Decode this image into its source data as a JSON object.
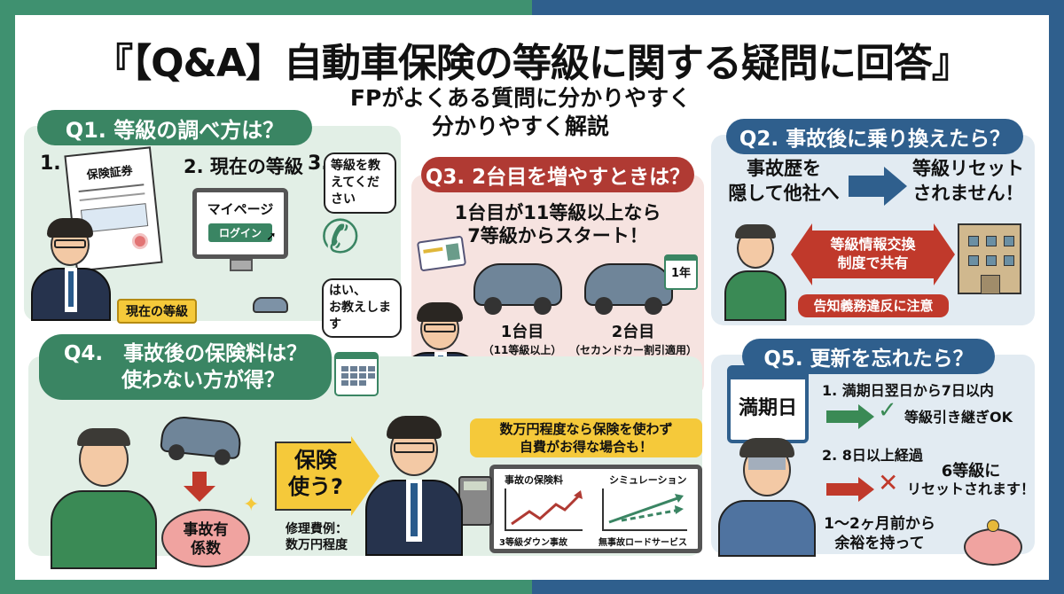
{
  "header": {
    "title": "『【Q&A】自動車保険の等級に関する疑問に回答』",
    "subtitle_line1": "FPがよくある質問に分かりやすく",
    "subtitle_line2": "分かりやすく解説"
  },
  "q1": {
    "label": "Q1. 等級の調べ方は？",
    "step1_num": "1.",
    "step1_doc_title": "保険証券",
    "step1_tag": "現在の等級",
    "step2_title": "2. 現在の等級",
    "step2_screen_title": "マイページ",
    "step2_button": "ログイン",
    "step3_num": "3.",
    "step3_bubble_question": "等級を教えてください",
    "step3_bubble_answer_1": "はい、",
    "step3_bubble_answer_2": "お教えします"
  },
  "q2": {
    "label": "Q2. 事故後に乗り換えたら？",
    "left_line1": "事故歴を",
    "left_line2": "隠して他社へ",
    "right_line1": "等級リセット",
    "right_line2": "されません！",
    "arrow_line1": "等級情報交換",
    "arrow_line2": "制度で共有",
    "warning": "告知義務違反に注意"
  },
  "q3": {
    "label": "Q3. 2台目を増やすときは？",
    "headline1": "1台目が11等級以上なら",
    "headline2": "7等級からスタート！",
    "car1_label": "1台目",
    "car1_sub": "（11等級以上）",
    "car2_label": "2台目",
    "car2_sub": "（セカンドカー割引適用）",
    "calendar_label": "1年"
  },
  "q4": {
    "label_line1": "Q4.　事故後の保険料は？",
    "label_line2": "使わない方が得？",
    "piggy_line1": "事故有",
    "piggy_line2": "係数",
    "arrow_line1": "保険",
    "arrow_line2": "使う?",
    "repair_line1": "修理費例：",
    "repair_line2": "数万円程度",
    "tip_line1": "数万円程度なら保険を使わず",
    "tip_line2": "自費がお得な場合も！",
    "chart_left_title": "事故の保険料",
    "chart_left_caption": "3等級ダウン事故",
    "chart_right_title": "シミュレーション",
    "chart_right_caption": "無事故ロードサービス"
  },
  "q5": {
    "label": "Q5. 更新を忘れたら？",
    "calendar_label": "満期日",
    "item1": "1. 満期日翌日から7日以内",
    "item1_result": "等級引き継ぎOK",
    "item2": "2. 8日以上経過",
    "item2_result_line1": "6等級に",
    "item2_result_line2": "リセットされます！",
    "advice_line1": "1〜2ヶ月前から",
    "advice_line2": "余裕を持って"
  },
  "colors": {
    "green": "#3a8563",
    "blue": "#2f5f8d",
    "red": "#b03a33",
    "yellow": "#f5c93a"
  }
}
